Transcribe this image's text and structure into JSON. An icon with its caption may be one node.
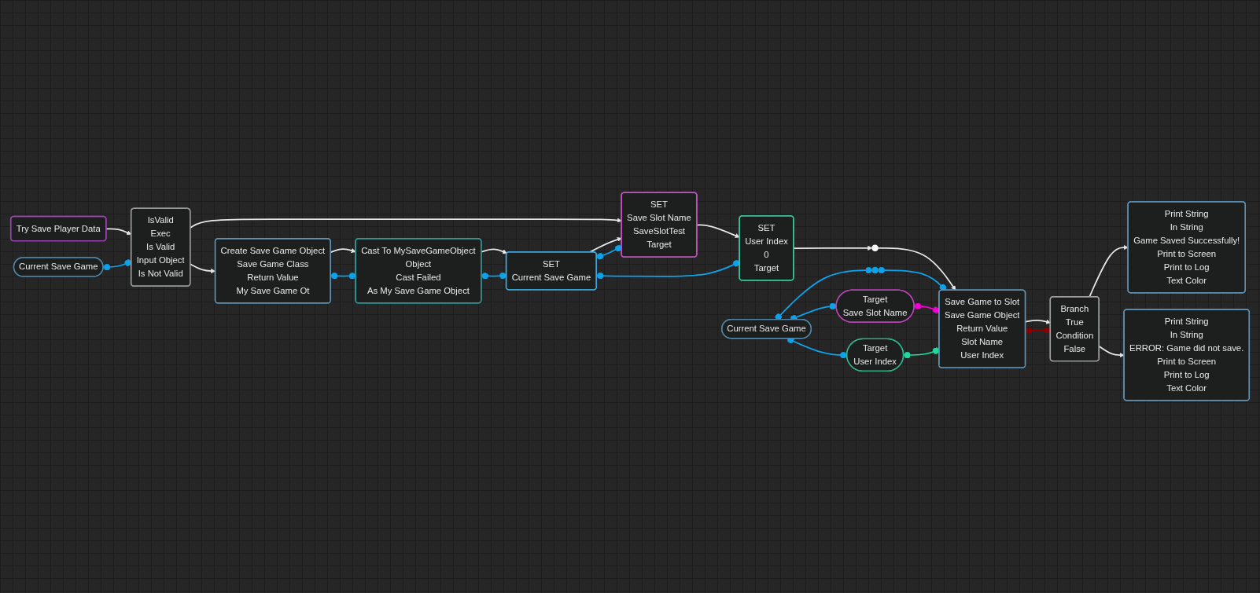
{
  "diagram": {
    "nodes": [
      {
        "text": [
          "Try Save Player Data"
        ]
      },
      {
        "text": [
          "IsValid",
          "Exec",
          "Is Valid",
          "Input Object",
          "Is Not Valid"
        ]
      },
      {
        "text": [
          "Current Save Game"
        ]
      },
      {
        "text": [
          "Create Save Game Object",
          "Save Game Class",
          "Return Value",
          "My Save Game Ot"
        ]
      },
      {
        "text": [
          "Cast To MySaveGameObject",
          "Object",
          "Cast Failed",
          "As My Save Game Object"
        ]
      },
      {
        "text": [
          "SET",
          "Current Save Game"
        ]
      },
      {
        "text": [
          "SET",
          "Save Slot Name",
          "SaveSlotTest",
          "Target"
        ]
      },
      {
        "text": [
          "SET",
          "User Index",
          "0",
          "Target"
        ]
      },
      {
        "text": [
          "Print String",
          "In String",
          "Game Saved Successfully!",
          "Print to Screen",
          "Print to Log",
          "Text Color"
        ]
      },
      {
        "text": [],
        "shape": "circle"
      },
      {
        "text": [
          "Save Game to Slot",
          "Save Game Object",
          "Return Value",
          "Slot Name",
          "User Index"
        ]
      },
      {
        "text": [
          "Branch",
          "True",
          "Condition",
          "False"
        ]
      },
      {
        "text": [],
        "shape": "circle"
      },
      {
        "text": [
          "Print String",
          "In String",
          "ERROR: Game did not save.",
          "Print to Screen",
          "Print to Log",
          "Text Color"
        ]
      },
      {
        "text": [
          "Current Save Game"
        ]
      },
      {
        "text": [
          "Target",
          "Save Slot Name"
        ]
      },
      {
        "text": [
          "Target",
          "User Index"
        ]
      }
    ],
    "edges": [
      {
        "from": 0,
        "to": 1,
        "arrow": "to"
      },
      {
        "from": 2,
        "to": 1,
        "arrow": "other",
        "color": "#0ea2ea"
      },
      {
        "from": 1,
        "to": 6,
        "arrow": "to"
      },
      {
        "from": 1,
        "to": 3,
        "arrow": "to"
      },
      {
        "from": 3,
        "to": 4,
        "arrow": "to"
      },
      {
        "from": 3,
        "to": 4,
        "arrow": "other",
        "color": "#0ea2ea"
      },
      {
        "from": 4,
        "to": 5,
        "arrow": "to"
      },
      {
        "from": 4,
        "to": 5,
        "arrow": "other",
        "color": "#0ea2ea"
      },
      {
        "from": 5,
        "to": 6,
        "arrow": "to"
      },
      {
        "from": 5,
        "to": 6,
        "arrow": "other",
        "color": "#0ea2ea"
      },
      {
        "from": 5,
        "to": 7,
        "arrow": "other",
        "color": "#0ea2ea"
      },
      {
        "from": 6,
        "to": 7,
        "arrow": "to"
      },
      {
        "from": 7,
        "to": 9,
        "arrow": "to"
      },
      {
        "from": 9,
        "to": 10,
        "arrow": "to"
      },
      {
        "from": 10,
        "to": 11,
        "arrow": "to"
      },
      {
        "from": 10,
        "to": 11,
        "arrow": "other",
        "color": "#8b0000"
      },
      {
        "from": 11,
        "to": 8,
        "arrow": "to"
      },
      {
        "from": 11,
        "to": 13,
        "arrow": "to"
      },
      {
        "from": 14,
        "to": 12,
        "arrow": "other",
        "color": "#0ea2ea"
      },
      {
        "from": 12,
        "to": 10,
        "arrow": "other",
        "color": "#0ea2ea"
      },
      {
        "from": 14,
        "to": 15,
        "arrow": "other",
        "color": "#0ea2ea"
      },
      {
        "from": 14,
        "to": 16,
        "arrow": "other",
        "color": "#0ea2ea"
      },
      {
        "from": 15,
        "to": 10,
        "arrow": "other",
        "color": "#f000d0"
      },
      {
        "from": 16,
        "to": 10,
        "arrow": "other",
        "color": "#20d8a0"
      }
    ]
  }
}
